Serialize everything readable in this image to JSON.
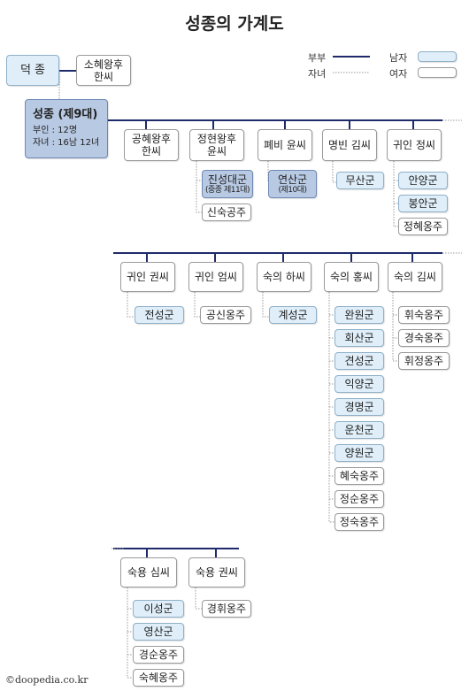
{
  "title": "성종의 가계도",
  "legend": {
    "spouse": "부부",
    "child": "자녀",
    "male": "남자",
    "female": "여자"
  },
  "king": {
    "name": "성종 (제9대)",
    "wives": "부인 : 12명",
    "children": "자녀 : 16남 12녀"
  },
  "father": "덕 종",
  "mother_line1": "소혜왕후",
  "mother_line2": "한씨",
  "wives": [
    {
      "l1": "공혜왕후",
      "l2": "한씨"
    },
    {
      "l1": "정현왕후",
      "l2": "윤씨"
    },
    {
      "l1": "폐비 윤씨",
      "l2": ""
    },
    {
      "l1": "명빈 김씨",
      "l2": ""
    },
    {
      "l1": "귀인 정씨",
      "l2": ""
    },
    {
      "l1": "귀인 권씨",
      "l2": ""
    },
    {
      "l1": "귀인 엄씨",
      "l2": ""
    },
    {
      "l1": "숙의 하씨",
      "l2": ""
    },
    {
      "l1": "숙의 홍씨",
      "l2": ""
    },
    {
      "l1": "숙의 김씨",
      "l2": ""
    },
    {
      "l1": "숙용 심씨",
      "l2": ""
    },
    {
      "l1": "숙용 권씨",
      "l2": ""
    }
  ],
  "children": {
    "c1": {
      "name": "진성대군",
      "note": "(중종 제11대)"
    },
    "c2": "신숙공주",
    "c3": {
      "name": "연산군",
      "note": "(제10대)"
    },
    "c4": "무산군",
    "c5": [
      "안양군",
      "봉안군",
      "정혜옹주"
    ],
    "c6": "전성군",
    "c7": "공신옹주",
    "c8": "계성군",
    "c9": [
      "완원군",
      "회산군",
      "견성군",
      "익양군",
      "경명군",
      "운천군",
      "양원군",
      "혜숙옹주",
      "정순옹주",
      "정숙옹주"
    ],
    "c10": [
      "휘숙옹주",
      "경숙옹주",
      "휘정옹주"
    ],
    "c11": [
      "이성군",
      "영산군",
      "경순옹주",
      "숙혜옹주"
    ],
    "c12": "경휘옹주"
  },
  "credit": "©doopedia.co.kr",
  "colors": {
    "line": "#1f2a6b",
    "male": "#dfeef8",
    "king": "#b8c9e3"
  }
}
